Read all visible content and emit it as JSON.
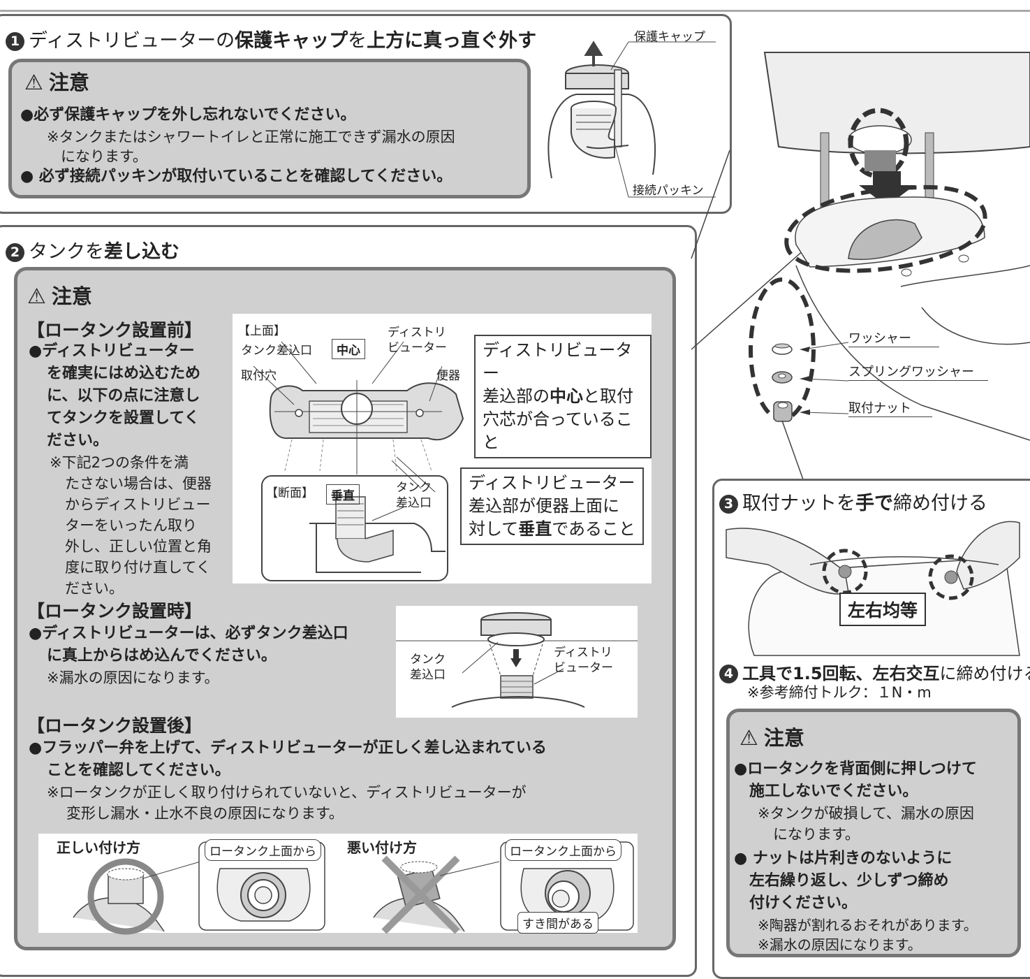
{
  "step1": {
    "num": "1",
    "title_pre": "ディストリビューターの",
    "title_b1": "保護キャップ",
    "title_mid": "を",
    "title_b2": "上方に真っ直ぐ外す",
    "caution_title": "注意",
    "bullet1": "●必ず保護キャップを外し忘れないでください。",
    "note1a": "※タンクまたはシャワートイレと正常に施工できず漏水の原因",
    "note1b": "になります。",
    "bullet2": "● 必ず接続パッキンが取付いていることを確認してください。",
    "label_cap": "保護キャップ",
    "label_packing": "接続パッキン"
  },
  "step2": {
    "num": "2",
    "title_pre": "タンクを",
    "title_b": "差し込む",
    "caution_title": "注意",
    "before_heading": "【ロータンク設置前】",
    "before_bullet": [
      "●ディストリビューター",
      "を確実にはめ込むため",
      "に、以下の点に注意し",
      "てタンクを設置してく",
      "ださい。"
    ],
    "before_note": [
      "※下記2つの条件を満",
      "たさない場合は、便器",
      "からディストリビュー",
      "ターをいったん取り",
      "外し、正しい位置と角",
      "度に取り付け直してく",
      "ださい。"
    ],
    "top_view": "【上面】",
    "label_tank_inlet": "タンク差込口",
    "label_center": "中心",
    "label_dist_a": "ディストリ",
    "label_dist_b": "ビューター",
    "label_mount_hole": "取付穴",
    "label_bowl": "便器",
    "info1_a": "ディストリビューター",
    "info1_b_pre": "差込部の",
    "info1_b_bold": "中心",
    "info1_b_post": "と取付",
    "info1_c": "穴芯が合っていること",
    "section_view": "【断面】",
    "label_vertical": "垂直",
    "label_tank_a": "タンク",
    "label_tank_b": "差込口",
    "info2_a": "ディストリビューター",
    "info2_b": "差込部が便器上面に",
    "info2_c_pre": "対して",
    "info2_c_bold": "垂直",
    "info2_c_post": "であること",
    "during_heading": "【ロータンク設置時】",
    "during_bullet_a": "●ディストリビューターは、必ずタンク差込口",
    "during_bullet_b": "に真上からはめ込んでください。",
    "during_note": "※漏水の原因になります。",
    "after_heading": "【ロータンク設置後】",
    "after_bullet_a": "●フラッパー弁を上げて、ディストリビューターが正しく差し込まれている",
    "after_bullet_b": "ことを確認してください。",
    "after_note_a": "※ロータンクが正しく取り付けられていないと、ディストリビューターが",
    "after_note_b": "変形し漏水・止水不良の原因になります。",
    "correct_label": "正しい付け方",
    "wrong_label": "悪い付け方",
    "from_top": "ロータンク上面から",
    "gap_label": "すき間がある"
  },
  "right": {
    "label_washer": "ワッシャー",
    "label_spring": "スプリングワッシャー",
    "label_nut": "取付ナット"
  },
  "step3": {
    "num": "3",
    "title_pre": "取付ナットを",
    "title_b": "手で",
    "title_post": "締め付ける",
    "even_label": "左右均等"
  },
  "step4": {
    "num": "4",
    "title_b1": "工具で1.5回転、左右交互",
    "title_post": "に締め付ける",
    "torque": "※参考締付トルク：１N・m",
    "caution_title": "注意",
    "bullet1_a": "●ロータンクを背面側に押しつけて",
    "bullet1_b": "施工しないでください。",
    "note1_a": "※タンクが破損して、漏水の原因",
    "note1_b": "になります。",
    "bullet2_a": "● ナットは片利きのないように",
    "bullet2_b": "左右繰り返し、少しずつ締め",
    "bullet2_c": "付けください。",
    "note2_a": "※陶器が割れるおそれがあります。",
    "note2_b": "※漏水の原因になります。"
  }
}
